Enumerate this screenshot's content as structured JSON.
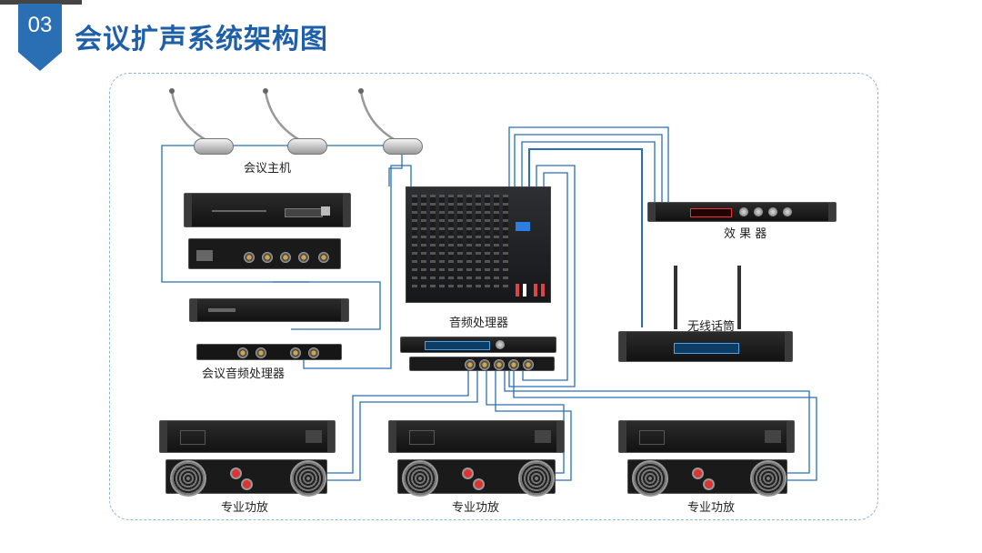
{
  "header": {
    "section_number": "03",
    "title": "会议扩声系统架构图",
    "accent_color": "#2a6fb4",
    "title_color": "#1e5fa8"
  },
  "diagram": {
    "labels": {
      "conference_host": "会议主机",
      "audio_processor": "音频处理器",
      "conference_audio_processor": "会议音频处理器",
      "effects_unit": "效 果 器",
      "wireless_mic": "无线话筒",
      "amp_1": "专业功放",
      "amp_2": "专业功放",
      "amp_3": "专业功放"
    },
    "wire_color": "#2a6fb4",
    "icons": [
      "gooseneck-microphone-icon",
      "rack-unit-icon",
      "mixer-icon",
      "amplifier-icon",
      "fan-icon",
      "antenna-icon"
    ]
  }
}
